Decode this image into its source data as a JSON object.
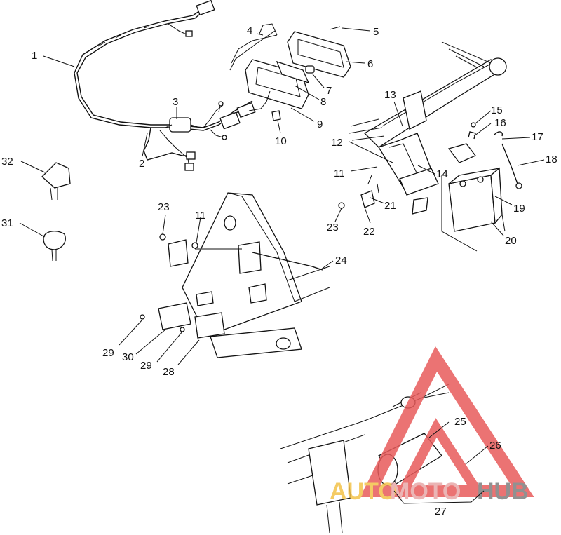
{
  "callouts": {
    "c1": "1",
    "c2": "2",
    "c3": "3",
    "c4": "4",
    "c5": "5",
    "c6": "6",
    "c7": "7",
    "c8": "8",
    "c9": "9",
    "c10": "10",
    "c11a": "11",
    "c11b": "11",
    "c12": "12",
    "c13": "13",
    "c14": "14",
    "c15": "15",
    "c16": "16",
    "c17": "17",
    "c18": "18",
    "c19": "19",
    "c20": "20",
    "c21": "21",
    "c22": "22",
    "c23a": "23",
    "c23b": "23",
    "c24": "24",
    "c25": "25",
    "c26": "26",
    "c27": "27",
    "c28": "28",
    "c29a": "29",
    "c29b": "29",
    "c30": "30",
    "c31": "31",
    "c32": "32"
  },
  "watermark": {
    "auto": "AUTO",
    "moto": "MOTO",
    "hub": "HUB",
    "colors": {
      "auto": "#f3c24a",
      "moto": "#e8a9a9",
      "hub": "#7e7e7e",
      "triangle": "#e85b5b"
    }
  }
}
